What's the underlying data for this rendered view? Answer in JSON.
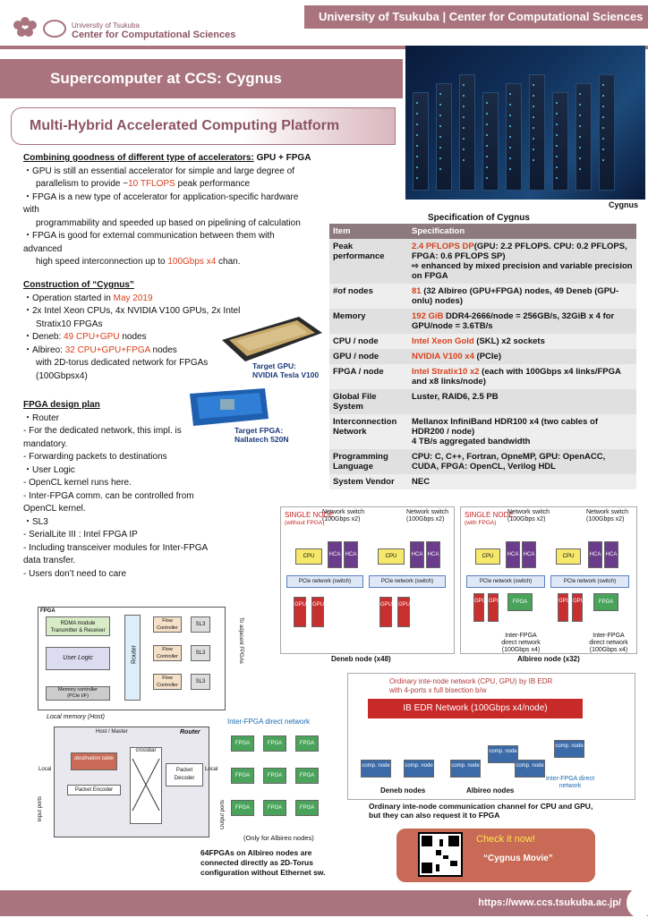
{
  "header": {
    "band_text": "University of Tsukuba | Center for Computational Sciences",
    "logo_small": "University of Tsukuba",
    "logo_large": "Center for Computational Sciences"
  },
  "title": "Supercomputer at CCS: Cygnus",
  "platform_title": "Multi-Hybrid Accelerated Computing Platform",
  "photo_caption": "Cygnus",
  "combining": {
    "heading": "Combining goodness of different type of accelerators:",
    "heading_tail": " GPU + FPGA",
    "b1_a": "・GPU is still an essential accelerator for simple and large degree of",
    "b1_b": "parallelism to provide ~",
    "b1_red": "10 TFLOPS",
    "b1_c": " peak performance",
    "b2_a": "・FPGA is a new type of accelerator for application-specific hardware",
    "b2_b": "with",
    "b2_c": "programmability and speeded up based on pipelining of calculation",
    "b3_a": "・FPGA is good for external communication between them with",
    "b3_b": "advanced",
    "b3_c": "high speed interconnection up to ",
    "b3_red": "100Gbps x4",
    "b3_d": " chan."
  },
  "construction": {
    "heading": "Construction of “Cygnus”",
    "c1": "・Operation started in ",
    "c1_red": "May 2019",
    "c2": "・2x Intel Xeon CPUs, 4x NVIDIA V100 GPUs, 2x Intel",
    "c2b": "Stratix10 FPGAs",
    "c3": "・Deneb: ",
    "c3_red": "49 CPU+GPU",
    "c3_b": " nodes",
    "c4": "・Albireo: ",
    "c4_red": "32 CPU+GPU+FPGA",
    "c4_b": " nodes",
    "c5": "with 2D-torus dedicated network for  FPGAs",
    "c6": "(100Gbpsx4)",
    "target_gpu_1": "Target GPU:",
    "target_gpu_2": "NVIDIA Tesla V100",
    "target_fpga_1": "Target FPGA:",
    "target_fpga_2": "Nallatech 520N"
  },
  "fpga_plan": {
    "heading": "FPGA design plan",
    "lines": [
      "・Router",
      " - For the dedicated network, this impl. is",
      "mandatory.",
      " - Forwarding packets to destinations",
      "・User Logic",
      " - OpenCL kernel runs here.",
      " - Inter-FPGA comm. can be controlled from",
      "OpenCL kernel.",
      "・SL3",
      " - SerialLite III : Intel FPGA IP",
      " - Including transceiver modules  for Inter-FPGA",
      "data transfer.",
      " - Users don’t need to care"
    ]
  },
  "spec": {
    "caption": "Specification of Cygnus",
    "head_item": "Item",
    "head_spec": "Specification",
    "rows": [
      {
        "item": "Peak performance",
        "red": "2.4 PFLOPS DP",
        "rest": "(GPU: 2.2 PFLOPS. CPU: 0.2 PFLOPS, FPGA: 0.6 PFLOPS SP)\n⇨ enhanced by mixed precision and variable precision on FPGA"
      },
      {
        "item": "#of nodes",
        "red": "81",
        "rest": " (32 Albireo (GPU+FPGA) nodes, 49 Deneb (GPU-onlu) nodes)"
      },
      {
        "item": "Memory",
        "red": "192 GiB",
        "rest": " DDR4-2666/node = 256GB/s, 32GiB x 4 for GPU/node = 3.6TB/s"
      },
      {
        "item": "CPU / node",
        "red": "Intel Xeon Gold",
        "rest": " (SKL) x2 sockets"
      },
      {
        "item": "GPU / node",
        "red": "NVIDIA V100 x4",
        "rest": " (PCIe)"
      },
      {
        "item": "FPGA / node",
        "red": "Intel Stratix10 x2",
        "rest": " (each with 100Gbps x4 links/FPGA and x8 links/node)"
      },
      {
        "item": "Global File System",
        "red": "",
        "rest": "Luster, RAID6, 2.5 PB"
      },
      {
        "item": "Interconnection Network",
        "red": "",
        "rest": "Mellanox InfiniBand HDR100 x4 (two cables of HDR200 / node)\n4 TB/s aggregated bandwidth"
      },
      {
        "item": "Programming Language",
        "red": "",
        "rest": "CPU: C, C++, Fortran, OpneMP, GPU: OpenACC, CUDA, FPGA: OpenCL, Verilog HDL"
      },
      {
        "item": "System Vendor",
        "red": "",
        "rest": "NEC"
      }
    ]
  },
  "nodes": {
    "deneb_single": "SINGLE NODE",
    "deneb_sub": "(without FPGA)",
    "albireo_single": "SINGLE NODE",
    "albireo_sub": "(with FPGA)",
    "network_switch": "Network switch",
    "switch_speed": "(100Gbps x2)",
    "cpu": "CPU",
    "hca": "HCA",
    "pcie": "PCIe network (switch)",
    "gpu": "GPU",
    "fpga": "FPGA",
    "inter_fpga": "Inter-FPGA direct network",
    "inter_fpga_speed": "(100Gbps x4)",
    "deneb_caption": "Deneb node (x48)",
    "albireo_caption": "Albireo node (x32)"
  },
  "block": {
    "fpga": "FPGA",
    "rdma": "RDMA module Transmitter & Receiver",
    "router": "Router",
    "user_logic": "User Logic",
    "mem_ctrl": "Memory controller",
    "mem_ip": "(PCIe I/F)",
    "flow": "Flow Controller",
    "sl3": "SL3",
    "adjacent": "To adjacent FPGAs",
    "local_mem": "Local memory (Host)"
  },
  "router_detail": {
    "host_master": "Host / Master",
    "crossbar": "crossbar",
    "router": "Router",
    "dest_table": "destination table",
    "encoder": "Packet Encoder",
    "decoder": "Packet Decoder",
    "local": "Local",
    "input_ports": "Input ports",
    "output_ports": "Output ports"
  },
  "torus": {
    "title": "Inter-FPGA direct network",
    "only": "(Only for Albireo nodes)",
    "caption_1": "64FPGAs on Albireo nodes are",
    "caption_2": "connected directly as 2D-Torus",
    "caption_3": "configuration without Ethernet sw.",
    "fpga": "FPGA"
  },
  "ib": {
    "note_1": "Ordinary inte-node network (CPU, GPU) by IB EDR",
    "note_2": "with 4-ports x full bisection b/w",
    "network": "IB EDR Network (100Gbps x4/node)",
    "comp_node": "comp. node",
    "deneb": "Deneb nodes",
    "albireo": "Albireo nodes",
    "inter_fpga": "Inter-FPGA direct network",
    "caption_1": "Ordinary inte-node communication channel for CPU and GPU,",
    "caption_2": "but they can also request it to FPGA"
  },
  "movie": {
    "check": "Check it now!",
    "title": "“Cygnus Movie”"
  },
  "footer": {
    "url": "https://www.ccs.tsukuba.ac.jp/"
  },
  "colors": {
    "brand": "#a9747e",
    "accent_red": "#d8411c"
  }
}
